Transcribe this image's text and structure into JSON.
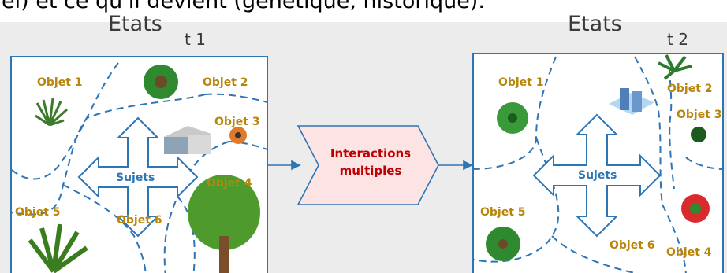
{
  "header": {
    "text": "el) et ce qu'il devient (génétique, historique)."
  },
  "left": {
    "title": "Etats",
    "time": "t 1",
    "objects": [
      "Objet 1",
      "Objet 2",
      "Objet 3",
      "Objet 4",
      "Objet 5",
      "Objet 6"
    ],
    "subjects": "Sujets"
  },
  "middle": {
    "line1": "Interactions",
    "line2": "multiples"
  },
  "right": {
    "title": "Etats",
    "time": "t 2",
    "objects": [
      "Objet 1",
      "Objet 2",
      "Objet 3",
      "Objet 4",
      "Objet 5",
      "Objet 6"
    ],
    "subjects": "Sujets"
  },
  "colors": {
    "frame": "#2e75b6",
    "label": "#b8860b",
    "interaction_fill": "#fde4e4",
    "interaction_text": "#c00000",
    "arrow_fill": "#ffffff"
  },
  "icons": [
    "plant-icon",
    "palm-icon",
    "building-icon",
    "flower-icon",
    "tree-icon",
    "bush-icon"
  ]
}
